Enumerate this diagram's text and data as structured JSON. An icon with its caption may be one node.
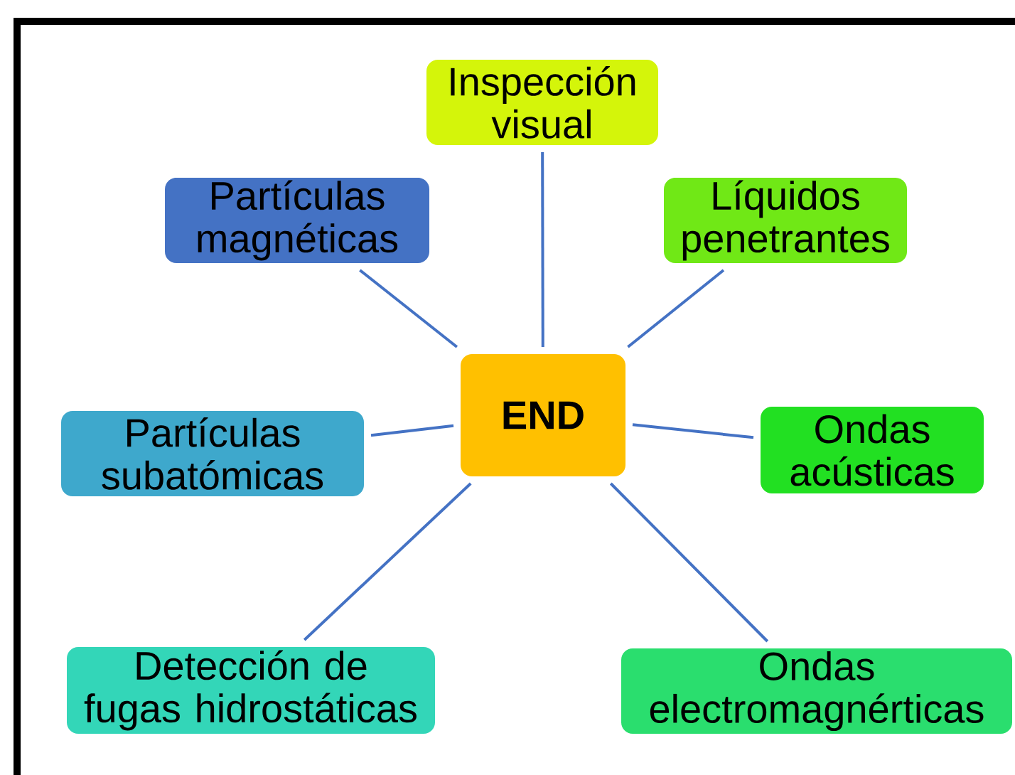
{
  "diagram": {
    "nodes": [
      {
        "text": [
          "Inspección visual"
        ]
      },
      {
        "text": [
          "Partículas magnéticas"
        ]
      },
      {
        "text": [
          "Líquidos penetrantes"
        ]
      },
      {
        "text": [
          "END"
        ]
      },
      {
        "text": [
          "Partículas subatómicas"
        ]
      },
      {
        "text": [
          "Ondas acústicas"
        ]
      },
      {
        "text": [
          "Detección de fugas hidrostáticas"
        ]
      },
      {
        "text": [
          "Ondas electromagnérticas"
        ]
      }
    ],
    "edges": [
      {
        "from": 3,
        "to": 0,
        "arrow": "none"
      },
      {
        "from": 3,
        "to": 1,
        "arrow": "none"
      },
      {
        "from": 3,
        "to": 2,
        "arrow": "none"
      },
      {
        "from": 3,
        "to": 4,
        "arrow": "none"
      },
      {
        "from": 3,
        "to": 5,
        "arrow": "none"
      },
      {
        "from": 3,
        "to": 6,
        "arrow": "none"
      },
      {
        "from": 3,
        "to": 7,
        "arrow": "none"
      }
    ]
  }
}
